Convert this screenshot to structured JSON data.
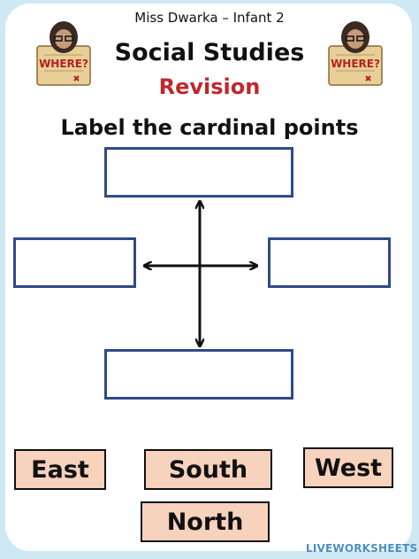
{
  "header": {
    "author": "Miss Dwarka – Infant 2",
    "title": "Social Studies",
    "subtitle": "Revision",
    "instruction": "Label the cardinal points"
  },
  "mascot": {
    "sign_text": "WHERE?"
  },
  "drop_boxes": [
    {
      "name": "north-answer-box",
      "value": ""
    },
    {
      "name": "west-answer-box",
      "value": ""
    },
    {
      "name": "east-answer-box",
      "value": ""
    },
    {
      "name": "south-answer-box",
      "value": ""
    }
  ],
  "word_bank": [
    "East",
    "South",
    "West",
    "North"
  ],
  "colors": {
    "accent": "#c0272d",
    "box_border": "#2f4a8a",
    "card_fill": "#f7d2bd",
    "page_bg": "#cfe9f4"
  },
  "watermark": "LIVEWORKSHEETS"
}
